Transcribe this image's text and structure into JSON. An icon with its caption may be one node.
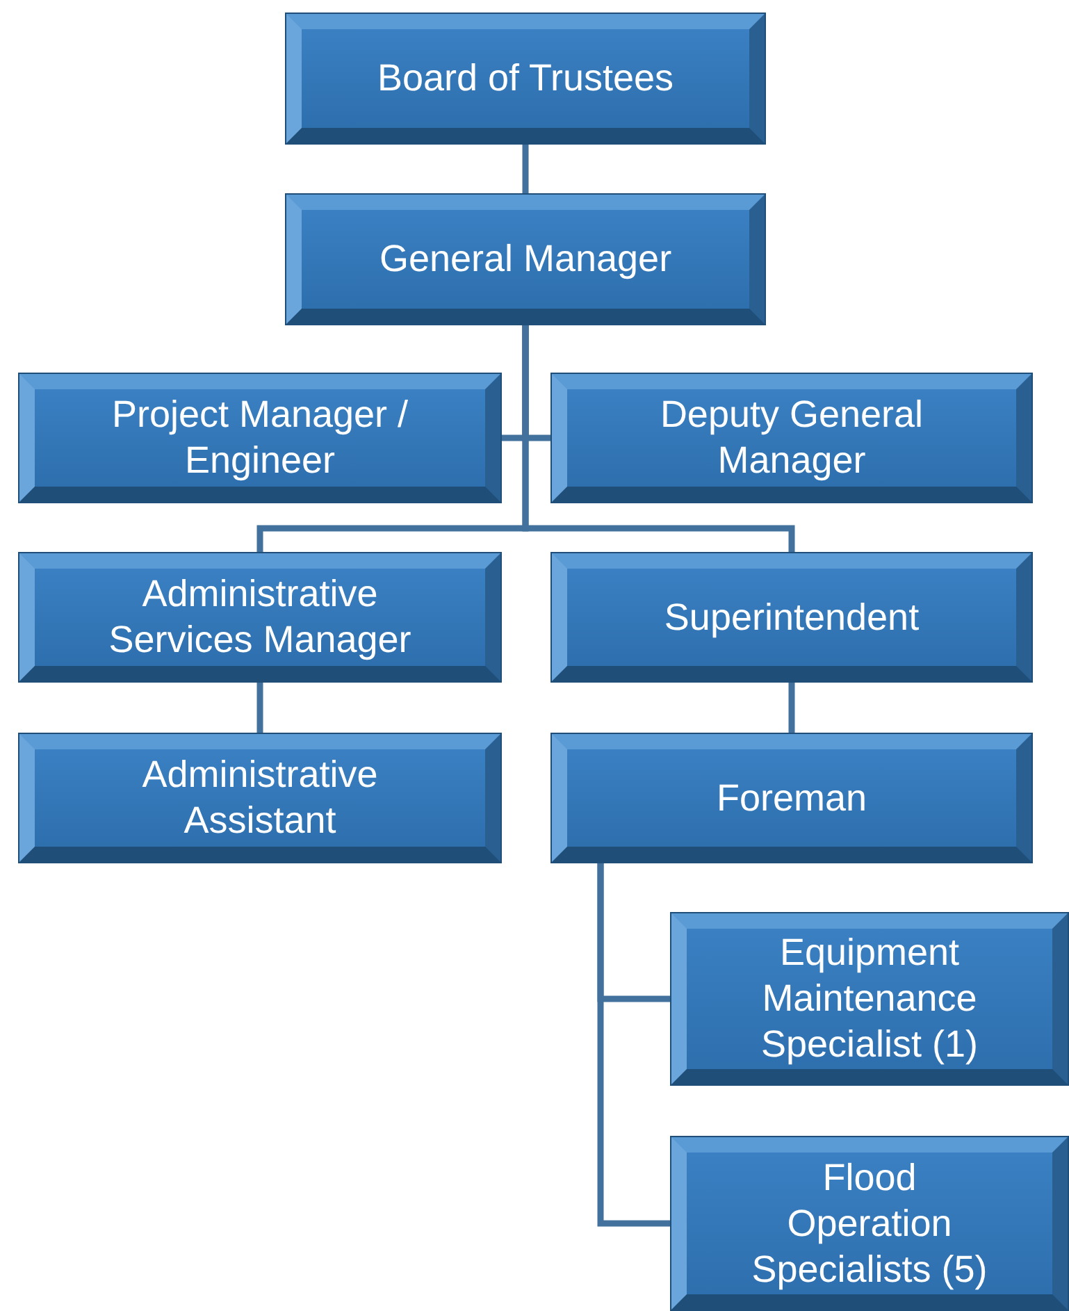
{
  "diagram": {
    "nodes": [
      {
        "text": [
          "Board of Trustees"
        ]
      },
      {
        "text": [
          "General Manager"
        ]
      },
      {
        "text": [
          "Project Manager / Engineer"
        ]
      },
      {
        "text": [
          "Deputy General Manager"
        ]
      },
      {
        "text": [
          "Administrative Services Manager"
        ]
      },
      {
        "text": [
          "Superintendent"
        ]
      },
      {
        "text": [
          "Administrative Assistant"
        ]
      },
      {
        "text": [
          "Foreman"
        ]
      },
      {
        "text": [
          "Equipment Maintenance Specialist (1)"
        ]
      },
      {
        "text": [
          "Flood Operation Specialists (5)"
        ]
      }
    ],
    "edges": [
      {
        "from": 0,
        "to": 1,
        "arrow": "none"
      },
      {
        "from": 1,
        "to": 2,
        "arrow": "none"
      },
      {
        "from": 1,
        "to": 3,
        "arrow": "none"
      },
      {
        "from": 1,
        "to": 4,
        "arrow": "none"
      },
      {
        "from": 1,
        "to": 5,
        "arrow": "none"
      },
      {
        "from": 4,
        "to": 6,
        "arrow": "none"
      },
      {
        "from": 5,
        "to": 7,
        "arrow": "none"
      },
      {
        "from": 7,
        "to": 8,
        "arrow": "none"
      },
      {
        "from": 7,
        "to": 9,
        "arrow": "none"
      }
    ]
  }
}
